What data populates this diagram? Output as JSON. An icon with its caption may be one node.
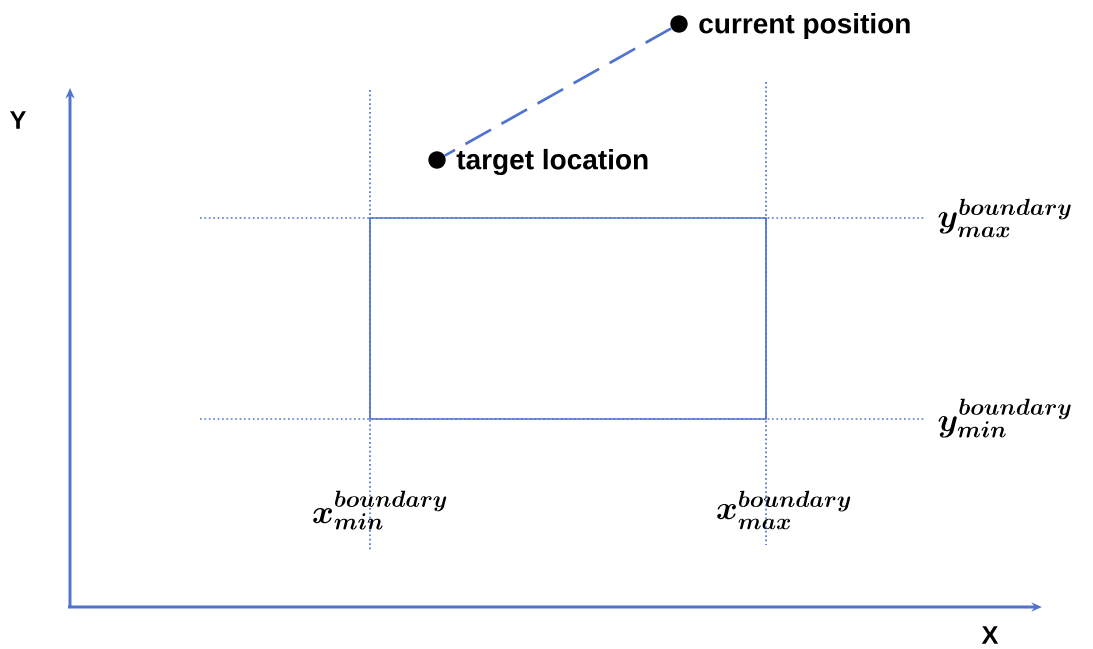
{
  "diagram": {
    "nodes": [
      {
        "text": [],
        "shape": "circle",
        "beside": [
          "current position"
        ]
      },
      {
        "text": [],
        "shape": "circle",
        "beside": [
          "target location"
        ]
      }
    ],
    "edges": [
      {
        "from": 0,
        "to": 1,
        "arrow": "none",
        "style": "dashed"
      }
    ],
    "labels": [
      "Y",
      "y^{boundary}_{max}",
      "y^{boundary}_{min}",
      "x^{boundary}_{min}",
      "x^{boundary}_{max}",
      "X"
    ]
  }
}
